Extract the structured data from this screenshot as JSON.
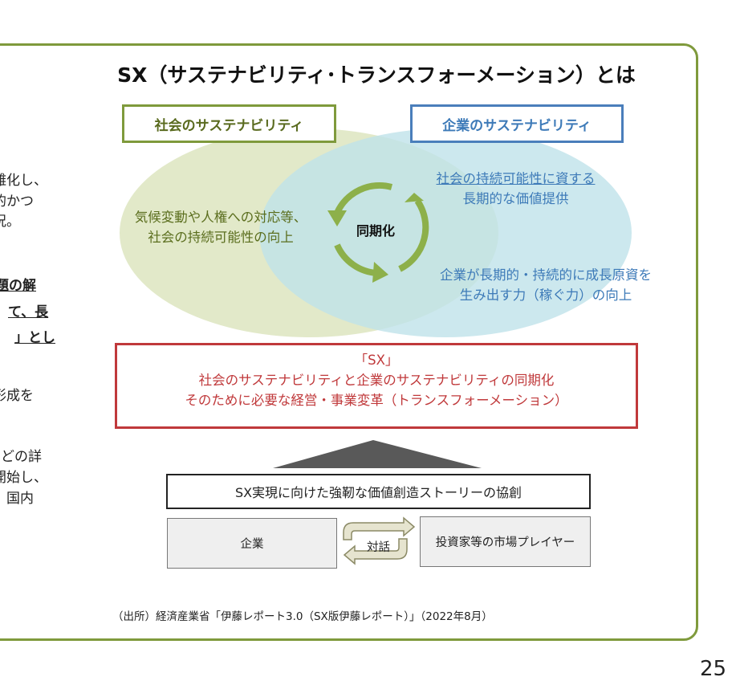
{
  "left_text": {
    "lines": [
      "雑化し、",
      "的かつ",
      "況。"
    ],
    "bold_lines": [
      "題の解",
      "て、長",
      "」とし"
    ],
    "line_formation": "形成を",
    "tail_lines": [
      "どの詳",
      "開始し、",
      "、国内"
    ]
  },
  "title": "SX（サステナビリティ･トランスフォーメーション）とは",
  "society_box": "社会のサステナビリティ",
  "corporate_box": "企業のサステナビリティ",
  "society_text": [
    "気候変動や人権への対応等、",
    "社会の持続可能性の向上"
  ],
  "corporate_text_top": [
    "社会の持続可能性に資する",
    "長期的な価値提供"
  ],
  "corporate_text_bottom": [
    "企業が長期的・持続的に成長原資を",
    "生み出す力（稼ぐ力）の向上"
  ],
  "sync_label": "同期化",
  "sx_box": [
    "「SX」",
    "社会のサステナビリティと企業のサステナビリティの同期化",
    "そのために必要な経営・事業変革（トランスフォーメーション）"
  ],
  "story_box": "SX実現に向けた強靭な価値創造ストーリーの協創",
  "company_box": "企業",
  "dialogue_label": "対話",
  "investor_box": "投資家等の市場プレイヤー",
  "source": "（出所）経済産業省「伊藤レポート3.0（SX版伊藤レポート）」（2022年8月）",
  "page_number": "25",
  "colors": {
    "frame": "#7f9a3c",
    "society": "#5a6b1f",
    "corporate": "#3d7ab8",
    "sx": "#c0393b",
    "arrow": "#8db04a"
  }
}
